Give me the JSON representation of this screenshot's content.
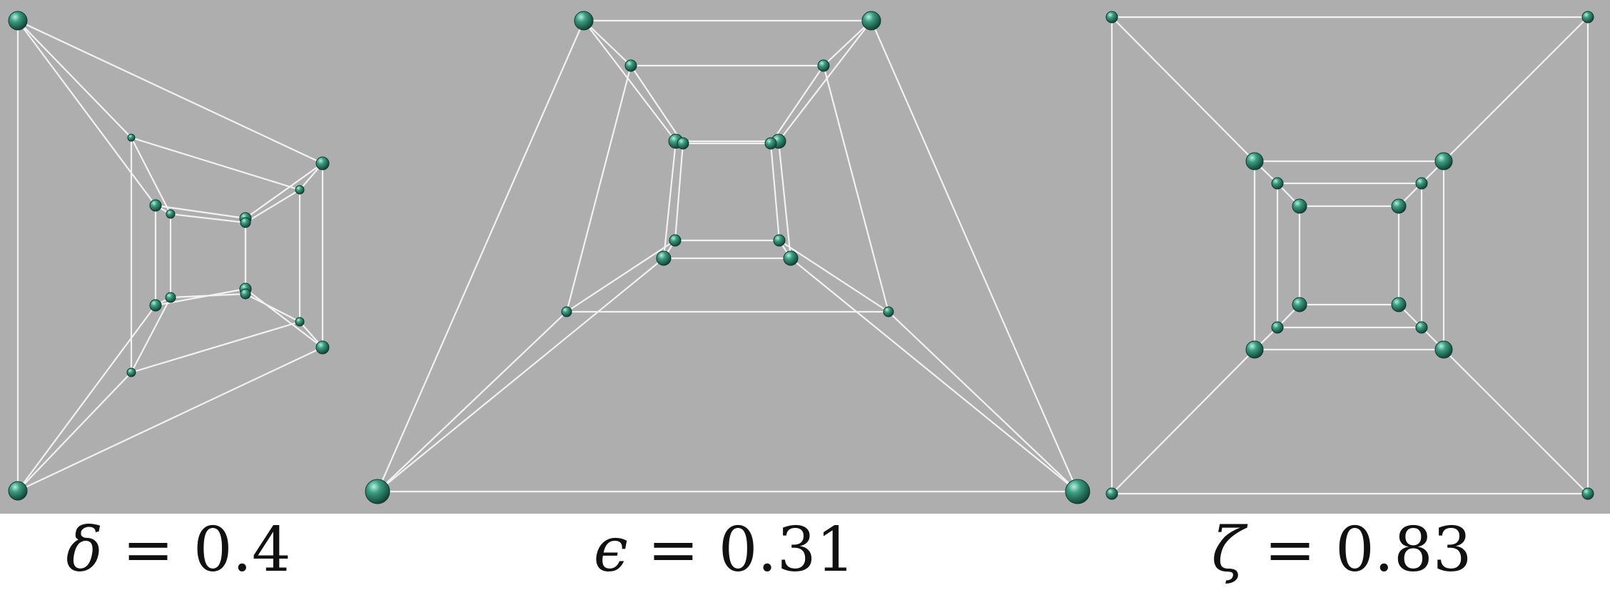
{
  "colors": {
    "panel_background": "#aeaeae",
    "edge": "#f2f2f2",
    "node": "#2f8f72"
  },
  "panels": [
    {
      "symbol": "δ",
      "equals": "=",
      "value": "0.4"
    },
    {
      "symbol": "ϵ",
      "equals": "=",
      "value": "0.31"
    },
    {
      "symbol": "ζ",
      "equals": "=",
      "value": "0.83"
    }
  ]
}
